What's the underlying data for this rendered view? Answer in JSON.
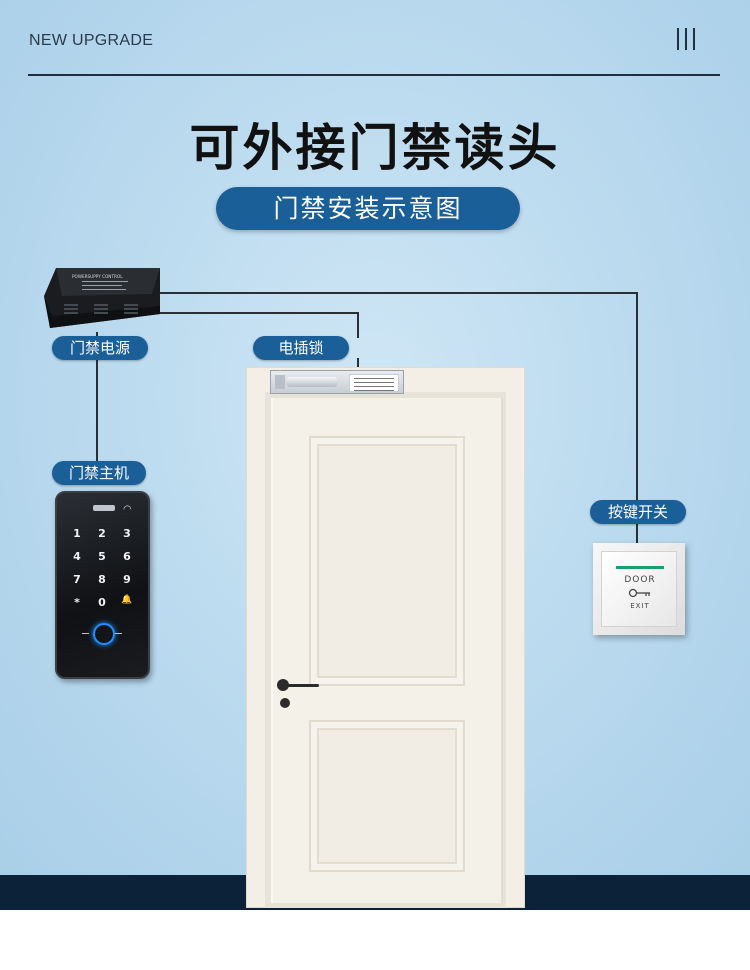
{
  "header": {
    "top_label": "NEW UPGRADE",
    "menu_icon": "three-bars-icon"
  },
  "hero": {
    "title": "可外接门禁读头",
    "subtitle": "门禁安装示意图"
  },
  "components": {
    "power_supply": {
      "label": "门禁电源",
      "panel_text": "POWERSUPPY CONTROL"
    },
    "electric_lock": {
      "label": "电插锁"
    },
    "access_controller": {
      "label": "门禁主机",
      "keys": [
        "1",
        "2",
        "3",
        "4",
        "5",
        "6",
        "7",
        "8",
        "9",
        "*",
        "0",
        "🔔"
      ]
    },
    "exit_button": {
      "label": "按键开关",
      "face_top": "DOOR",
      "face_bottom": "EXIT"
    }
  },
  "colors": {
    "accent": "#1b5f99",
    "wall": "#b9d9ee",
    "floor": "#0c2238",
    "wire": "#2a2f36"
  }
}
